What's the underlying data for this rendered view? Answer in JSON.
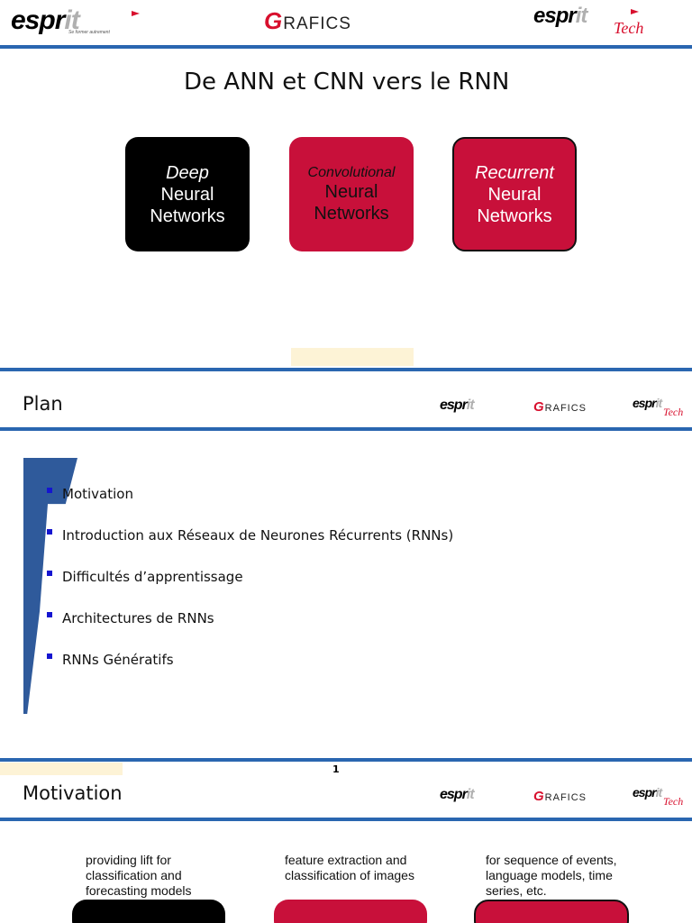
{
  "logos": {
    "esprit": "espr",
    "esprit_it": "it",
    "esprit_tagline": "Se former autrement",
    "grafics": "RAFICS",
    "grafics_g": "G",
    "tech": "Tech"
  },
  "slide1": {
    "title": "De ANN et CNN vers le RNN",
    "boxes": [
      {
        "line1": "Deep",
        "line2": "Neural",
        "line3": "Networks",
        "bg": "#000000",
        "fg": "#ffffff"
      },
      {
        "line1": "Convolutional",
        "line2": "Neural",
        "line3": "Networks",
        "bg": "#c8103a",
        "fg": "#111111"
      },
      {
        "line1": "Recurrent",
        "line2": "Neural",
        "line3": "Networks",
        "bg": "#c8103a",
        "fg": "#ffffff"
      }
    ]
  },
  "slide2": {
    "title": "Plan",
    "items": [
      "Motivation",
      "Introduction aux Réseaux de Neurones Récurrents (RNNs)",
      "Difficultés d’apprentissage",
      "Architectures de RNNs",
      "RNNs Génératifs"
    ],
    "page_number": "1"
  },
  "slide3": {
    "title": "Motivation",
    "columns": [
      "providing lift for classification and forecasting models",
      "feature extraction and classification of images",
      "for sequence of events, language models, time series, etc."
    ]
  },
  "colors": {
    "accent_blue": "#2a66b0",
    "red": "#c8103a",
    "highlight": "#fdf3d6"
  }
}
